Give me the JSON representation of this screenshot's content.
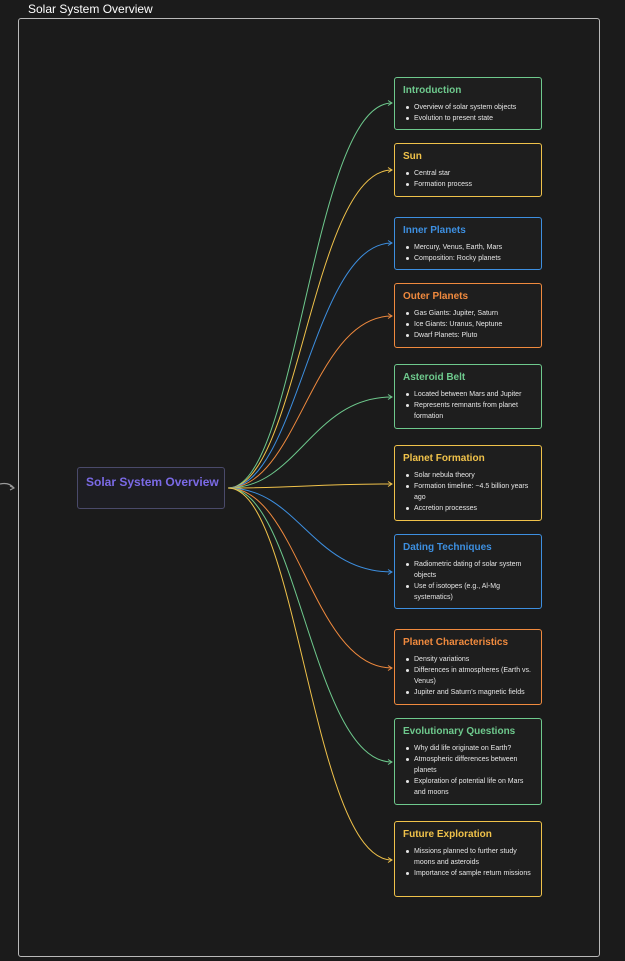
{
  "window": {
    "title": "Solar System Overview"
  },
  "root": {
    "label": "Solar System Overview",
    "color": "#7b6ae6"
  },
  "colors": {
    "green": "#6ec98d",
    "yellow": "#f0c24a",
    "blue": "#3d8fe0",
    "orange": "#f08a3e"
  },
  "nodes": [
    {
      "title": "Introduction",
      "color": "#6ec98d",
      "items": [
        "Overview of solar system objects",
        "Evolution to present state"
      ]
    },
    {
      "title": "Sun",
      "color": "#f0c24a",
      "items": [
        "Central star",
        "Formation process"
      ]
    },
    {
      "title": "Inner Planets",
      "color": "#3d8fe0",
      "items": [
        "Mercury, Venus, Earth, Mars",
        "Composition: Rocky planets"
      ]
    },
    {
      "title": "Outer Planets",
      "color": "#f08a3e",
      "items": [
        "Gas Giants: Jupiter, Saturn",
        "Ice Giants: Uranus, Neptune",
        "Dwarf Planets: Pluto"
      ]
    },
    {
      "title": "Asteroid Belt",
      "color": "#6ec98d",
      "items": [
        "Located between Mars and Jupiter",
        "Represents remnants from planet formation"
      ]
    },
    {
      "title": "Planet Formation",
      "color": "#f0c24a",
      "items": [
        "Solar nebula theory",
        "Formation timeline: ~4.5 billion years ago",
        "Accretion processes"
      ]
    },
    {
      "title": "Dating Techniques",
      "color": "#3d8fe0",
      "items": [
        "Radiometric dating of solar system objects",
        "Use of isotopes (e.g., Al-Mg systematics)"
      ]
    },
    {
      "title": "Planet Characteristics",
      "color": "#f08a3e",
      "items": [
        "Density variations",
        "Differences in atmospheres (Earth vs. Venus)",
        "Jupiter and Saturn's magnetic fields"
      ]
    },
    {
      "title": "Evolutionary Questions",
      "color": "#6ec98d",
      "items": [
        "Why did life originate on Earth?",
        "Atmospheric differences between planets",
        "Exploration of potential life on Mars and moons"
      ]
    },
    {
      "title": "Future Exploration",
      "color": "#f0c24a",
      "items": [
        "Missions planned to further study moons and asteroids",
        "Importance of sample return missions"
      ]
    }
  ]
}
